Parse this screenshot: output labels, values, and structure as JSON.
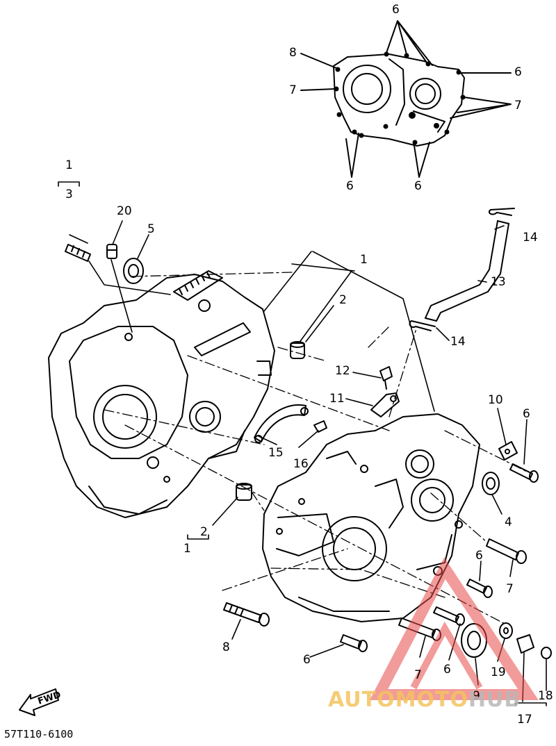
{
  "diagram": {
    "catalog_code": "57T110-6100",
    "direction_marker": "FWD",
    "watermark": {
      "part1": "AUTOMOTO",
      "part2": "HUB"
    },
    "callouts": {
      "c_6_topa": "6",
      "c_8_top": "8",
      "c_6_topb": "6",
      "c_7_topa": "7",
      "c_7_topb": "7",
      "c_6_topc": "6",
      "c_6_topd": "6",
      "c_1a": "1",
      "c_3": "3",
      "c_20": "20",
      "c_5": "5",
      "c_1b": "1",
      "c_2a": "2",
      "c_14a": "14",
      "c_13": "13",
      "c_14b": "14",
      "c_12": "12",
      "c_11": "11",
      "c_10": "10",
      "c_6a": "6",
      "c_15": "15",
      "c_16": "16",
      "c_4": "4",
      "c_2b": "2",
      "c_1c": "1",
      "c_6b": "6",
      "c_7a": "7",
      "c_8": "8",
      "c_6c": "6",
      "c_7b": "7",
      "c_6d": "6",
      "c_9": "9",
      "c_19": "19",
      "c_18": "18",
      "c_17": "17"
    }
  }
}
